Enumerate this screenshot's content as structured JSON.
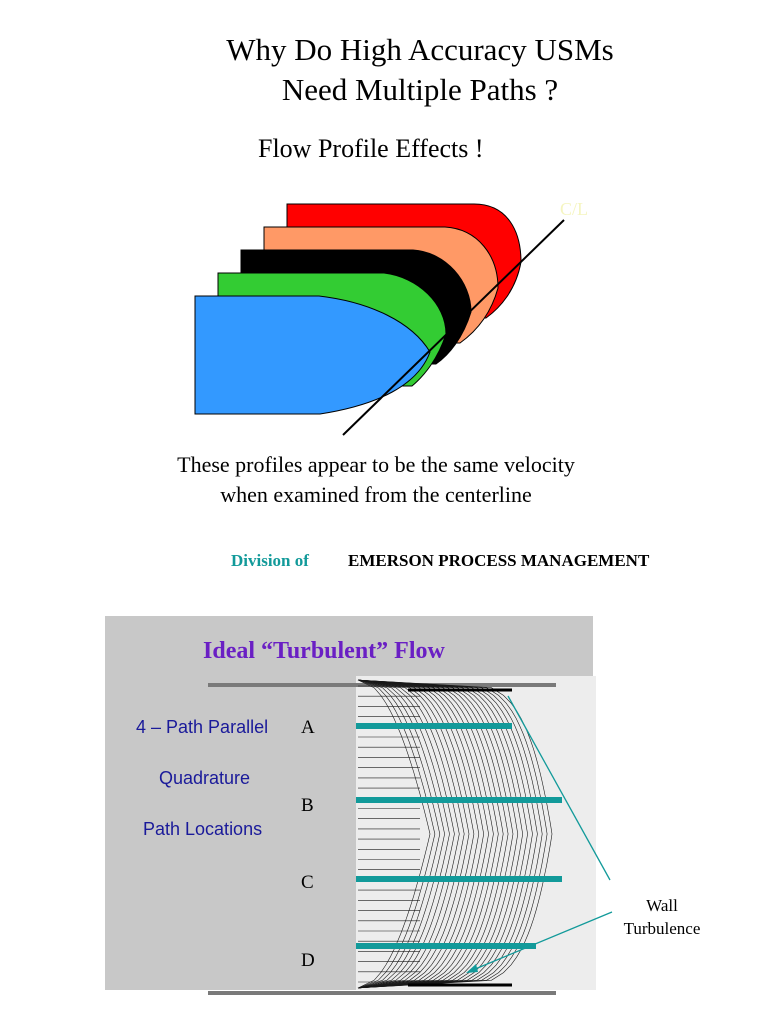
{
  "slide_title": {
    "line1": "Why Do High Accuracy USMs",
    "line2": "Need Multiple Paths ?"
  },
  "subtitle": "Flow Profile Effects !",
  "centerline_label": "C/L",
  "caption": {
    "line1": "These profiles appear to be the same velocity",
    "line2": "when examined from the centerline"
  },
  "footer": {
    "division_label": "Division of",
    "company": "EMERSON PROCESS MANAGEMENT"
  },
  "turbulent_panel": {
    "title": "Ideal “Turbulent” Flow",
    "description": [
      "4 – Path Parallel",
      "Quadrature",
      "Path Locations"
    ],
    "paths": [
      "A",
      "B",
      "C",
      "D"
    ],
    "wall_label": [
      "Wall",
      "Turbulence"
    ]
  },
  "colors": {
    "profile_red": "#ff0000",
    "profile_salmon": "#ff9966",
    "profile_black": "#000000",
    "profile_green": "#33cc33",
    "profile_blue": "#3399ff",
    "path_line": "#129a9a",
    "division_text": "#129a9a",
    "panel_title": "#6a1fc4",
    "panel_text": "#1a1a9a"
  }
}
